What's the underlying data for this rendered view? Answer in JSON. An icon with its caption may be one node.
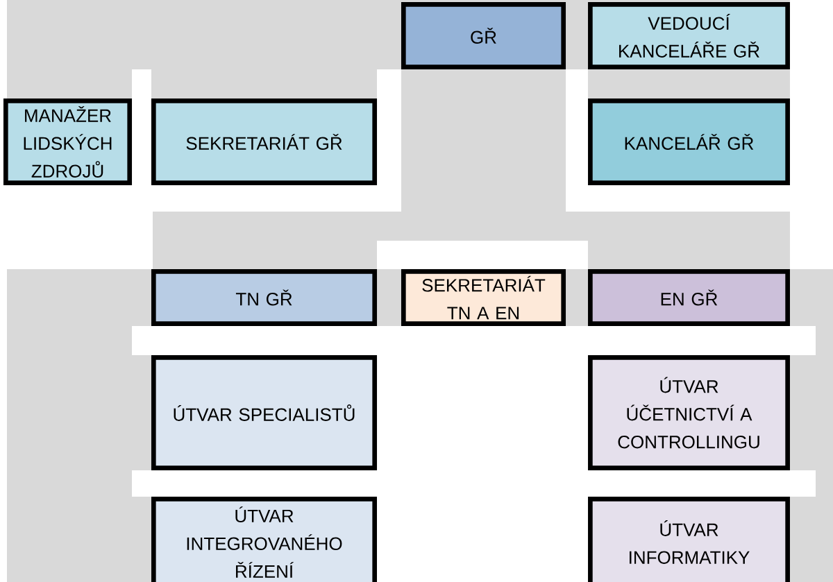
{
  "diagram": {
    "nodes": [
      {
        "text": [
          "GŘ"
        ]
      },
      {
        "text": [
          "VEDOUCÍ KANCELÁŘE GŘ"
        ]
      },
      {
        "text": [
          "MANAŽER LIDSKÝCH ZDROJŮ"
        ]
      },
      {
        "text": [
          "SEKRETARIÁT GŘ"
        ]
      },
      {
        "text": [
          "KANCELÁŘ GŘ"
        ]
      },
      {
        "text": [
          "TN GŘ"
        ]
      },
      {
        "text": [
          "SEKRETARIÁT TN A EN"
        ]
      },
      {
        "text": [
          "EN GŘ"
        ]
      },
      {
        "text": [
          "ÚTVAR SPECIALISTŮ"
        ]
      },
      {
        "text": [
          "ÚTVAR ÚČETNICTVÍ A CONTROLLINGU"
        ]
      },
      {
        "text": [
          "ÚTVAR INTEGROVANÉHO ŘÍZENÍ"
        ]
      },
      {
        "text": [
          "ÚTVAR INFORMATIKY"
        ]
      }
    ]
  }
}
